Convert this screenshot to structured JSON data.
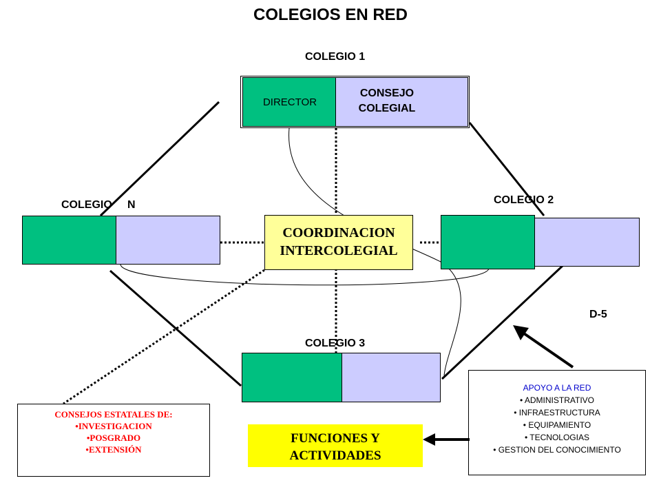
{
  "title": "COLEGIOS EN RED",
  "nodes": {
    "colegio_1": {
      "label": "COLEGIO 1",
      "director": "DIRECTOR",
      "consejo_line1": "CONSEJO",
      "consejo_line2": "COLEGIAL"
    },
    "colegio_2": {
      "label": "COLEGIO 2"
    },
    "colegio_3": {
      "label": "COLEGIO 3"
    },
    "colegio_n": {
      "label": "COLEGIO     N"
    }
  },
  "coordinacion": {
    "line1": "COORDINACION",
    "line2": "INTERCOLEGIAL"
  },
  "funciones": {
    "line1": "FUNCIONES Y",
    "line2": "ACTIVIDADES"
  },
  "consejos_estatales": {
    "heading": "CONSEJOS ESTATALES DE:",
    "items": [
      "•INVESTIGACION",
      "•POSGRADO",
      "•EXTENSIÓN"
    ]
  },
  "apoyo": {
    "heading": "APOYO A LA RED",
    "items": [
      "• ADMINISTRATIVO",
      "• INFRAESTRUCTURA",
      "• EQUIPAMIENTO",
      "• TECNOLOGIAS",
      "• GESTION DEL CONOCIMIENTO"
    ]
  },
  "code": "D-5",
  "colors": {
    "green": "#00c080",
    "lavender": "#ccccff",
    "coord": "#ffff99",
    "funciones": "#ffff00",
    "red_text": "#ff0000",
    "blue_text": "#0000cc"
  }
}
